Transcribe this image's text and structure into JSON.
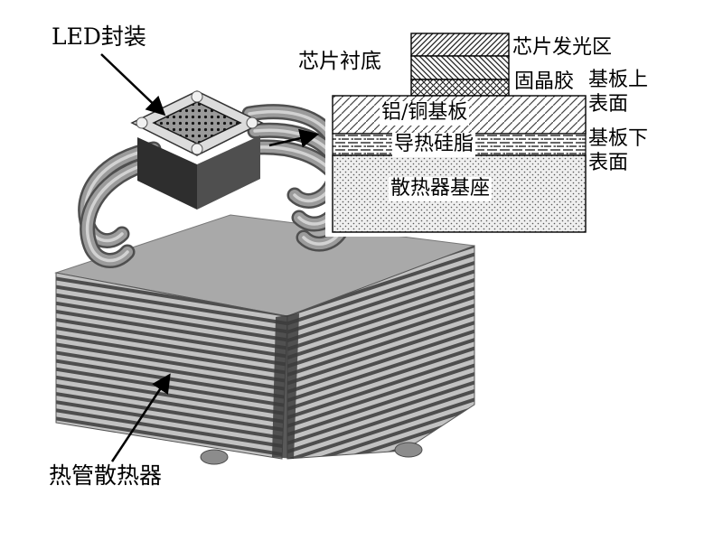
{
  "labels": {
    "led_package": "LED封装",
    "heat_pipe_heatsink": "热管散热器"
  },
  "cross_section": {
    "chip_substrate": "芯片衬底",
    "chip_emitting_area": "芯片发光区",
    "die_attach": "固晶胶",
    "board_top_surface": "基板上表面",
    "al_cu_board": "铝/铜基板",
    "thermal_grease": "导热硅脂",
    "board_bottom_surface": "基板下表面",
    "heatsink_base": "散热器基座"
  },
  "colors": {
    "background": "#ffffff",
    "text": "#000000",
    "metal_light": "#c2c2c2",
    "metal_dark": "#4e4e4e"
  }
}
